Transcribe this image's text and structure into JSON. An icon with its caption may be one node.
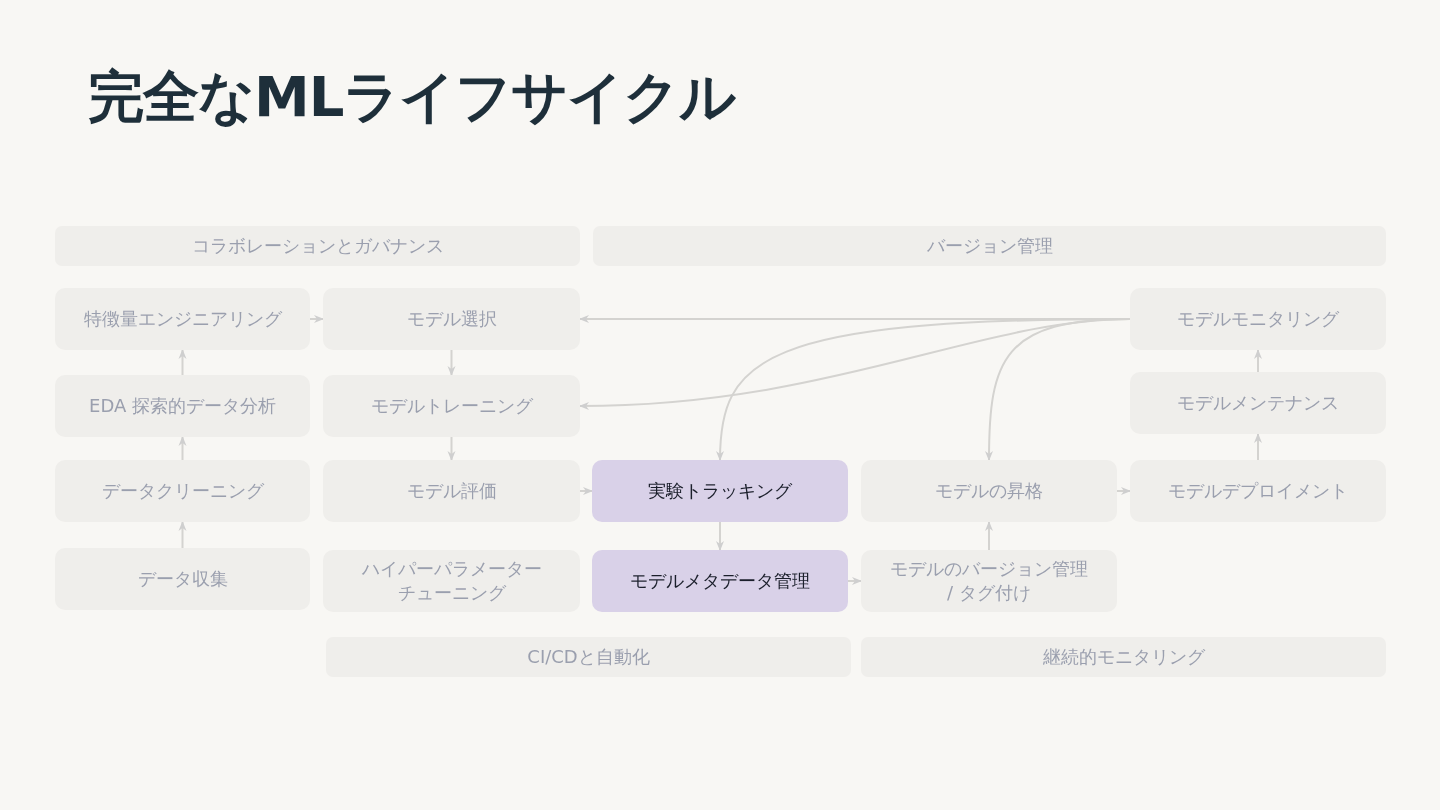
{
  "diagram": {
    "title": "完全なMLライフサイクル",
    "nodes": [
      {
        "text": [
          "コラボレーションとガバナンス"
        ]
      },
      {
        "text": [
          "バージョン管理"
        ]
      },
      {
        "text": [
          "特徴量エンジニアリング"
        ]
      },
      {
        "text": [
          "モデル選択"
        ]
      },
      {
        "text": [
          "モデルモニタリング"
        ]
      },
      {
        "text": [
          "EDA 探索的データ分析"
        ]
      },
      {
        "text": [
          "モデルトレーニング"
        ]
      },
      {
        "text": [
          "モデルメンテナンス"
        ]
      },
      {
        "text": [
          "データクリーニング"
        ]
      },
      {
        "text": [
          "モデル評価"
        ]
      },
      {
        "text": [
          "実験トラッキング"
        ]
      },
      {
        "text": [
          "モデルの昇格"
        ]
      },
      {
        "text": [
          "モデルデプロイメント"
        ]
      },
      {
        "text": [
          "データ収集"
        ]
      },
      {
        "text": [
          "ハイパーパラメーターチューニング"
        ]
      },
      {
        "text": [
          "モデルメタデータ管理"
        ]
      },
      {
        "text": [
          "モデルのバージョン管理 / タグ付け"
        ]
      },
      {
        "text": [
          "CI/CDと自動化"
        ]
      },
      {
        "text": [
          "継続的モニタリング"
        ]
      }
    ],
    "edges": [
      {
        "from": 2,
        "to": 3,
        "arrow": "to"
      },
      {
        "from": 5,
        "to": 2,
        "arrow": "to"
      },
      {
        "from": 8,
        "to": 5,
        "arrow": "to"
      },
      {
        "from": 13,
        "to": 8,
        "arrow": "to"
      },
      {
        "from": 3,
        "to": 6,
        "arrow": "to"
      },
      {
        "from": 6,
        "to": 9,
        "arrow": "to"
      },
      {
        "from": 9,
        "to": 10,
        "arrow": "to"
      },
      {
        "from": 10,
        "to": 15,
        "arrow": "to"
      },
      {
        "from": 15,
        "to": 16,
        "arrow": "to"
      },
      {
        "from": 16,
        "to": 11,
        "arrow": "to"
      },
      {
        "from": 11,
        "to": 12,
        "arrow": "to"
      },
      {
        "from": 12,
        "to": 7,
        "arrow": "to"
      },
      {
        "from": 7,
        "to": 4,
        "arrow": "to"
      },
      {
        "from": 4,
        "to": 3,
        "arrow": "to"
      },
      {
        "from": 4,
        "to": 6,
        "arrow": "to"
      },
      {
        "from": 4,
        "to": 10,
        "arrow": "to"
      },
      {
        "from": 4,
        "to": 11,
        "arrow": "to"
      }
    ]
  }
}
